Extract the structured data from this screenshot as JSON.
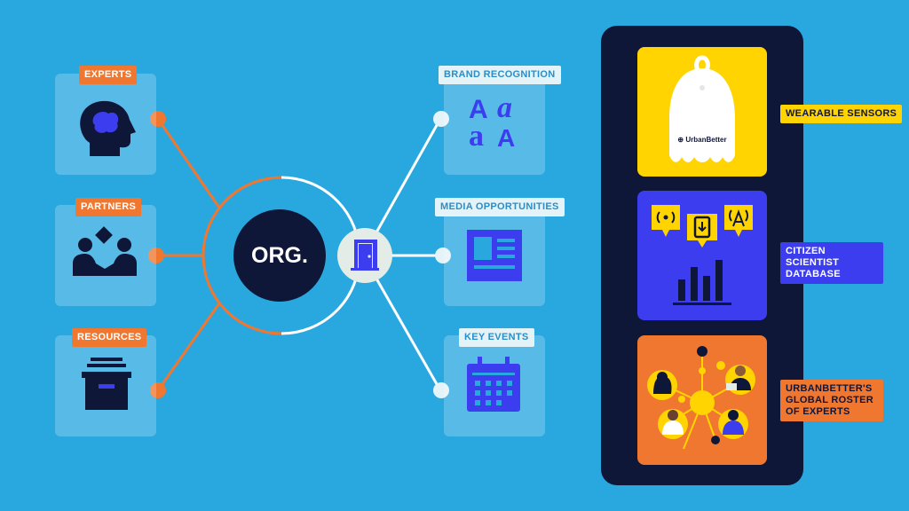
{
  "center": {
    "label": "ORG."
  },
  "inputs": [
    {
      "label": "EXPERTS",
      "icon": "head-brain-icon"
    },
    {
      "label": "PARTNERS",
      "icon": "partners-handshake-icon"
    },
    {
      "label": "RESOURCES",
      "icon": "archive-box-icon"
    }
  ],
  "outputs": [
    {
      "label": "BRAND RECOGNITION",
      "icon": "typography-icon",
      "glyphs": [
        "A",
        "a",
        "a",
        "A"
      ]
    },
    {
      "label": "MEDIA OPPORTUNITIES",
      "icon": "newspaper-icon"
    },
    {
      "label": "KEY EVENTS",
      "icon": "calendar-icon"
    }
  ],
  "gateway": {
    "icon": "door-icon"
  },
  "panel": {
    "items": [
      {
        "label": "WEARABLE SENSORS",
        "icon": "wearable-sensor-icon",
        "brand": "⊕ UrbanBetter"
      },
      {
        "label": "CITIZEN SCIENTIST DATABASE",
        "icon": "database-chart-icon"
      },
      {
        "label": "URBANBETTER'S GLOBAL ROSTER OF EXPERTS",
        "icon": "expert-network-icon"
      }
    ]
  },
  "colors": {
    "background": "#29a8e0",
    "navy": "#0f1738",
    "orange": "#f0772f",
    "accent_blue": "#3d3df0",
    "yellow": "#ffd400",
    "light": "#e3f3f8"
  }
}
